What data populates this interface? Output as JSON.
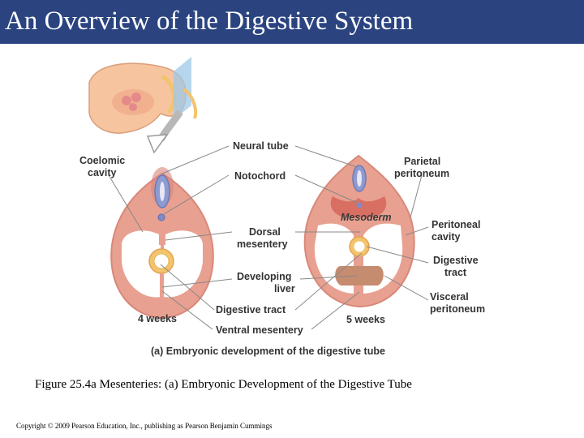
{
  "slide": {
    "title": "An Overview of the Digestive System",
    "caption": "Figure 25.4a Mesenteries: (a) Embryonic Development of the Digestive Tube",
    "copyright": "Copyright © 2009 Pearson Education, Inc., publishing as Pearson Benjamin Cummings"
  },
  "figure": {
    "subtitle": "(a) Embryonic development of the digestive tube",
    "labels": {
      "coelomic_cavity": [
        "Coelomic",
        "cavity"
      ],
      "neural_tube": "Neural tube",
      "notochord": "Notochord",
      "dorsal_mesentery": [
        "Dorsal",
        "mesentery"
      ],
      "developing_liver": [
        "Developing",
        "liver"
      ],
      "digestive_tract_center": "Digestive tract",
      "ventral_mesentery": "Ventral mesentery",
      "parietal_peritoneum": [
        "Parietal",
        "peritoneum"
      ],
      "mesoderm": "Mesoderm",
      "peritoneal_cavity": [
        "Peritoneal",
        "cavity"
      ],
      "digestive_tract_right": [
        "Digestive",
        "tract"
      ],
      "visceral_peritoneum": [
        "Visceral",
        "peritoneum"
      ],
      "age_left": "4 weeks",
      "age_right": "5 weeks"
    },
    "colors": {
      "title_bar": "#2b4480",
      "mesoderm": "#e8a090",
      "mesoderm_dark": "#d96f63",
      "neural_tube": "#8e9bd0",
      "liver": "#c58c6f",
      "gut_ring": "#f3c46e"
    }
  }
}
